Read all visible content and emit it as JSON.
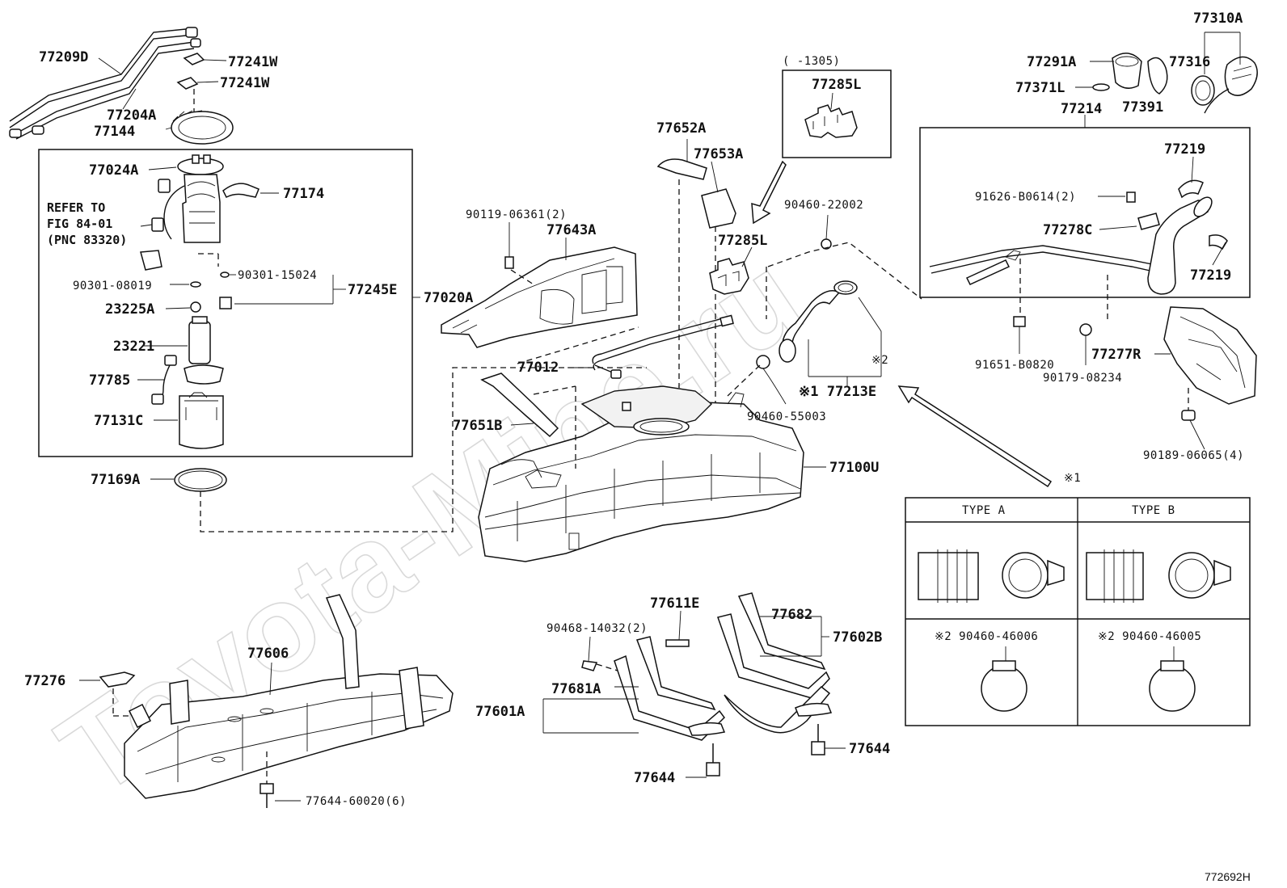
{
  "watermark": "Toyota-Mine.ru",
  "diagram_id": "772692H",
  "parts": {
    "p77209D": "77209D",
    "p77241W_a": "77241W",
    "p77241W_b": "77241W",
    "p77204A": "77204A",
    "p77144": "77144",
    "p77024A": "77024A",
    "p77174": "77174",
    "refer_line1": "REFER TO",
    "refer_line2": "FIG 84-01",
    "refer_line3": "(PNC 83320)",
    "p90301_08019": "90301-08019",
    "p90301_15024": "90301-15024",
    "p77245E": "77245E",
    "p23225A": "23225A",
    "p23221": "23221",
    "p77785": "77785",
    "p77131C": "77131C",
    "p77169A": "77169A",
    "p77020A": "77020A",
    "p90119_06361": "90119-06361(2)",
    "p77643A": "77643A",
    "p77652A": "77652A",
    "p77653A": "77653A",
    "note_1305": "(       -1305)",
    "p77285L_box": "77285L",
    "p77285L": "77285L",
    "p90460_22002": "90460-22002",
    "p77012": "77012",
    "p77651B": "77651B",
    "p77100U": "77100U",
    "p90460_55003": "90460-55003",
    "p77213E": "※1 77213E",
    "mark2": "※2",
    "p77310A": "77310A",
    "p77291A": "77291A",
    "p77316": "77316",
    "p77371L": "77371L",
    "p77391": "77391",
    "p77214": "77214",
    "p77219_a": "77219",
    "p91626_B0614": "91626-B0614(2)",
    "p77278C": "77278C",
    "p77219_b": "77219",
    "p91651_B0820": "91651-B0820",
    "p77277R": "77277R",
    "p90179_08234": "90179-08234",
    "p90189_06065": "90189-06065(4)",
    "mark1": "※1",
    "p77606": "77606",
    "p77276": "77276",
    "p77644_60020": "77644-60020(6)",
    "p90468_14032": "90468-14032(2)",
    "p77611E": "77611E",
    "p77682": "77682",
    "p77602B": "77602B",
    "p77601A": "77601A",
    "p77681A": "77681A",
    "p77644_a": "77644",
    "p77644_b": "77644"
  },
  "type_table": {
    "type_a": "TYPE  A",
    "type_b": "TYPE  B",
    "clamp_a": "※2 90460-46006",
    "clamp_b": "※2 90460-46005"
  }
}
